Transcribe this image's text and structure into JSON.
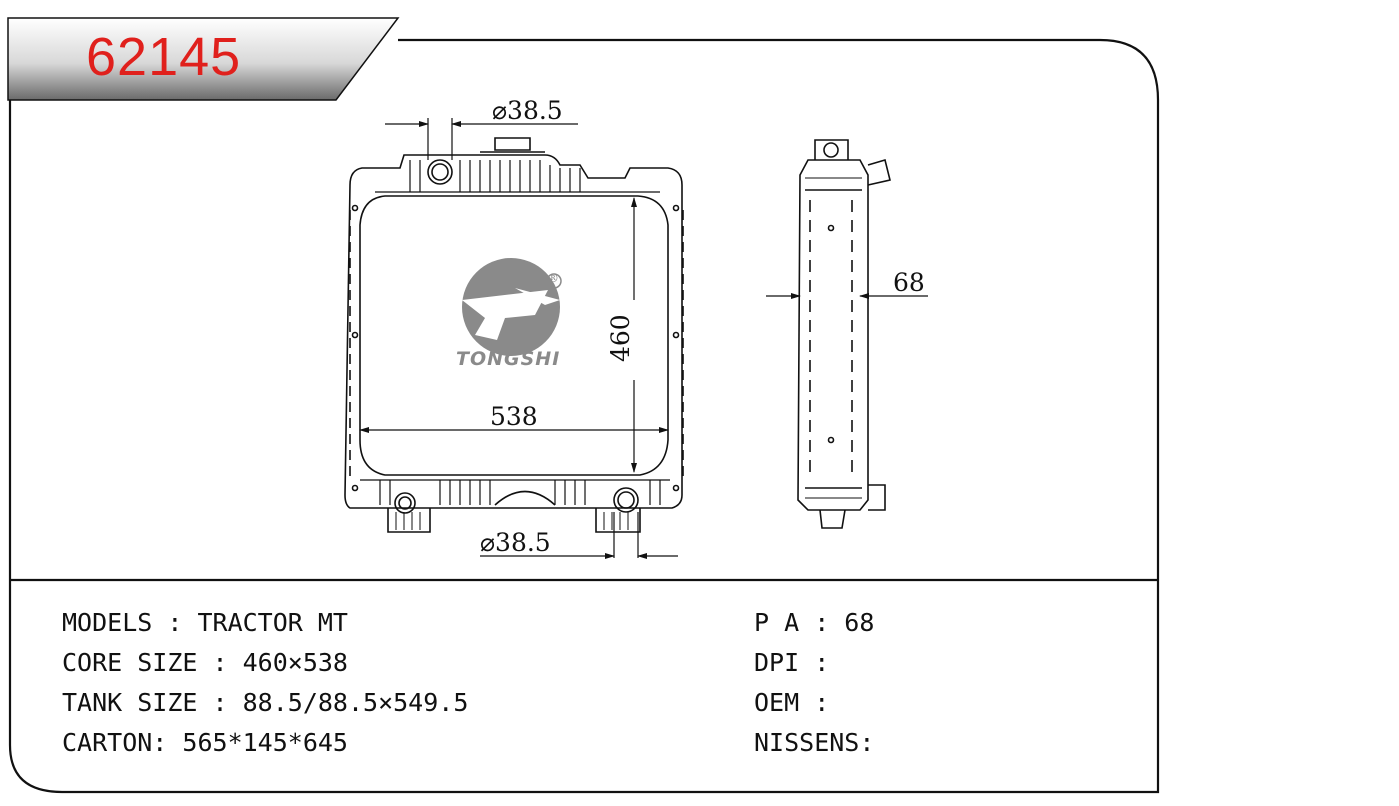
{
  "part_number": "62145",
  "dimensions": {
    "inlet_diameter": "⌀38.5",
    "outlet_diameter": "⌀38.5",
    "core_height": "460",
    "core_width": "538",
    "core_thickness": "68"
  },
  "brand": {
    "logo_text": "TONGSHI",
    "registered_mark": "®"
  },
  "specs_left": [
    {
      "label": "MODELS",
      "value": "TRACTOR MT"
    },
    {
      "label": "CORE SIZE",
      "value": "460×538"
    },
    {
      "label": "TANK SIZE",
      "value": "88.5/88.5×549.5"
    },
    {
      "label": "CARTON",
      "value": "565*145*645"
    }
  ],
  "specs_right": [
    {
      "label": "P A",
      "value": "68"
    },
    {
      "label": "DPI",
      "value": ""
    },
    {
      "label": "OEM",
      "value": ""
    },
    {
      "label": "NISSENS",
      "value": ""
    }
  ],
  "spec_text": {
    "models": "MODELS : TRACTOR MT",
    "core_size": "CORE SIZE : 460×538",
    "tank_size": "TANK SIZE : 88.5/88.5×549.5",
    "carton": "CARTON: 565*145*645",
    "pa": "P A : 68",
    "dpi": "DPI :",
    "oem": "OEM :",
    "nissens": "NISSENS:"
  },
  "colors": {
    "part_number": "#e0201c",
    "line": "#111111",
    "logo": "#8a8a8a"
  }
}
